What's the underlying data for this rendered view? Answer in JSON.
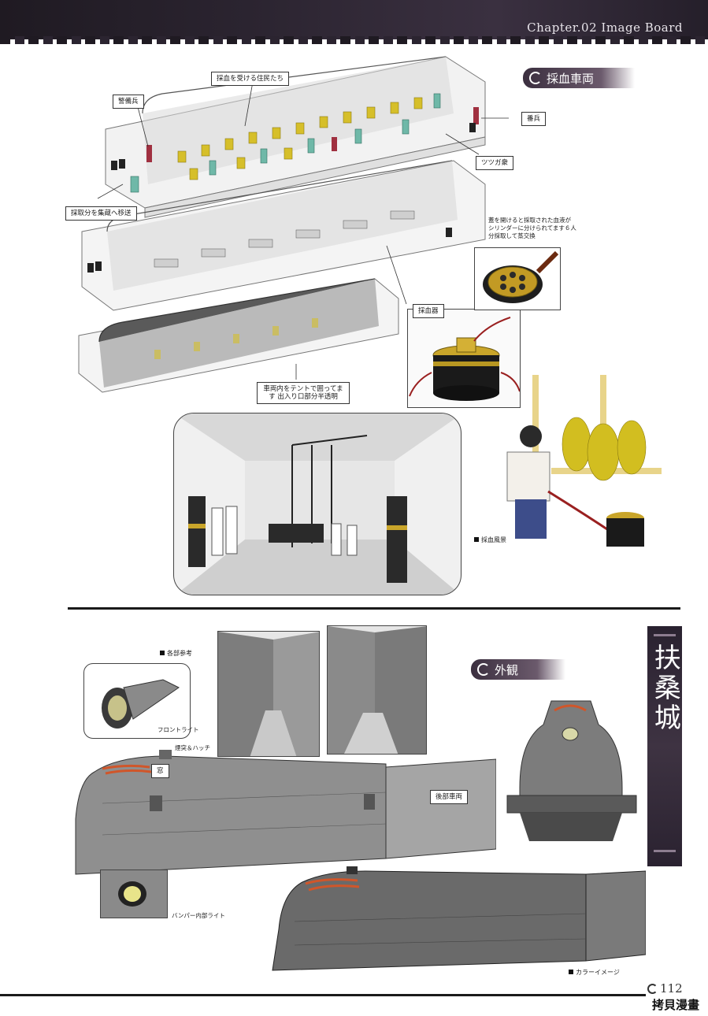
{
  "header": {
    "chapter": "Chapter.02  Image Board"
  },
  "sections": {
    "blood_car": {
      "title": "採血車両"
    },
    "exterior": {
      "title": "外観"
    }
  },
  "vertical_title": "扶桑城",
  "blood_car_labels": {
    "guard": "警備兵",
    "residents": "採血を受ける住民たち",
    "sentry": "番兵",
    "tsuzuga": "ツツガ衆",
    "transfer": "採取分を集蔵へ移送",
    "tent": "車両内をテントで囲ってます 出入り口部分半透明",
    "blood_collector": "採血器",
    "collector_note": "蓋を開けると採取された血液がシリンダーに分けられてます６人分採取して蒸交換",
    "scene_caption": "採血風景"
  },
  "exterior_labels": {
    "parts_ref": "各部参考",
    "front_light": "フロントライト",
    "chimney_hatch": "煙突＆ハッチ",
    "window": "窓",
    "rear_car": "後部車両",
    "bumper_light": "バンパー内部ライト",
    "color_image": "カラーイメージ"
  },
  "footer": {
    "page": "112",
    "watermark": "拷貝漫畫"
  }
}
